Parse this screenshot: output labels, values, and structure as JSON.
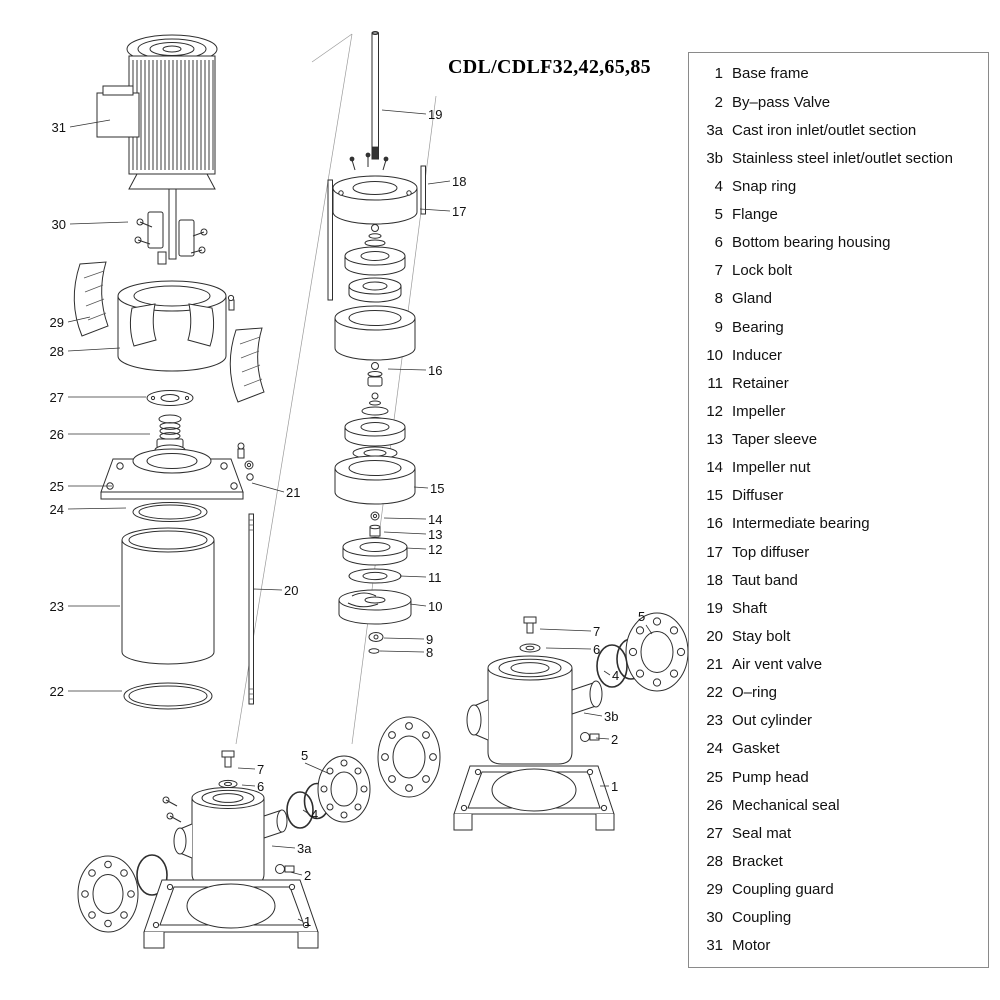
{
  "title": "CDL/CDLF32,42,65,85",
  "parts_list": [
    {
      "num": "1",
      "label": "Base frame"
    },
    {
      "num": "2",
      "label": "By–pass Valve"
    },
    {
      "num": "3a",
      "label": "Cast iron inlet/outlet section"
    },
    {
      "num": "3b",
      "label": "Stainless steel inlet/outlet section"
    },
    {
      "num": "4",
      "label": "Snap ring"
    },
    {
      "num": "5",
      "label": "Flange"
    },
    {
      "num": "6",
      "label": "Bottom bearing housing"
    },
    {
      "num": "7",
      "label": "Lock bolt"
    },
    {
      "num": "8",
      "label": "Gland"
    },
    {
      "num": "9",
      "label": "Bearing"
    },
    {
      "num": "10",
      "label": "Inducer"
    },
    {
      "num": "11",
      "label": "Retainer"
    },
    {
      "num": "12",
      "label": "Impeller"
    },
    {
      "num": "13",
      "label": "Taper sleeve"
    },
    {
      "num": "14",
      "label": "Impeller nut"
    },
    {
      "num": "15",
      "label": "Diffuser"
    },
    {
      "num": "16",
      "label": "Intermediate bearing"
    },
    {
      "num": "17",
      "label": "Top diffuser"
    },
    {
      "num": "18",
      "label": "Taut band"
    },
    {
      "num": "19",
      "label": "Shaft"
    },
    {
      "num": "20",
      "label": "Stay bolt"
    },
    {
      "num": "21",
      "label": "Air vent valve"
    },
    {
      "num": "22",
      "label": "O–ring"
    },
    {
      "num": "23",
      "label": "Out cylinder"
    },
    {
      "num": "24",
      "label": "Gasket"
    },
    {
      "num": "25",
      "label": "Pump head"
    },
    {
      "num": "26",
      "label": "Mechanical seal"
    },
    {
      "num": "27",
      "label": "Seal mat"
    },
    {
      "num": "28",
      "label": "Bracket"
    },
    {
      "num": "29",
      "label": "Coupling guard"
    },
    {
      "num": "30",
      "label": "Coupling"
    },
    {
      "num": "31",
      "label": "Motor"
    }
  ],
  "diagram_callouts": [
    "31",
    "30",
    "29",
    "28",
    "27",
    "26",
    "25",
    "24",
    "23",
    "22",
    "19",
    "18",
    "17",
    "16",
    "15",
    "14",
    "13",
    "12",
    "11",
    "10",
    "9",
    "8",
    "21",
    "20",
    "7",
    "6",
    "5",
    "4",
    "3b",
    "2",
    "1",
    "7",
    "6",
    "5",
    "4",
    "3a",
    "2",
    "1"
  ]
}
